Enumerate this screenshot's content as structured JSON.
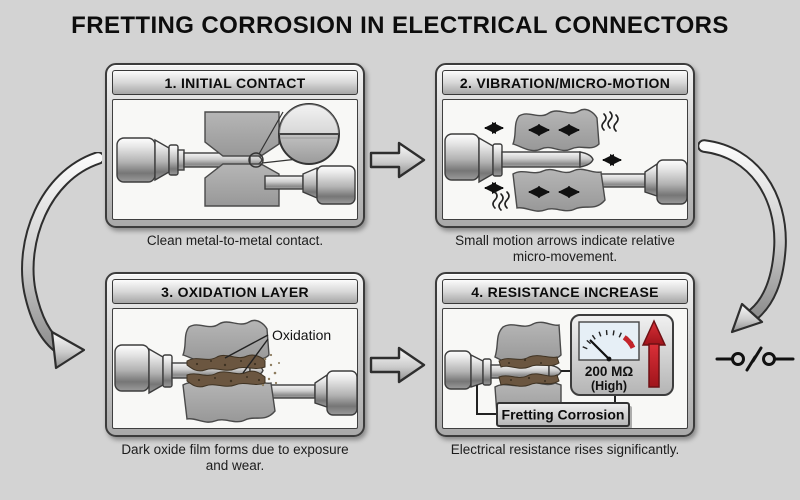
{
  "title": "FRETTING CORROSION IN ELECTRICAL CONNECTORS",
  "panels": [
    {
      "header": "1. INITIAL CONTACT",
      "caption": "Clean metal-to-metal contact."
    },
    {
      "header": "2. VIBRATION/MICRO-MOTION",
      "caption": "Small motion arrows indicate relative micro-movement."
    },
    {
      "header": "3. OXIDATION LAYER",
      "caption": "Dark oxide film forms due to exposure and wear.",
      "annotation": "Oxidation"
    },
    {
      "header": "4. RESISTANCE INCREASE",
      "caption": "Electrical resistance rises significantly.",
      "meter": {
        "reading": "200 MΩ",
        "state": "(High)"
      },
      "label": "Fretting Corrosion"
    }
  ],
  "flow": {
    "arrow_1_to_2": "block-arrow-right",
    "arrow_3_to_4": "block-arrow-right",
    "arrow_1_to_3": "curved-arrow-down-left",
    "arrow_2_to_4": "curved-arrow-down-right",
    "end_symbol": "intermittent-open-contact"
  },
  "colors": {
    "background": "#d3d3d3",
    "panel_body": "#f8f8f6",
    "block_gray": "#a8a8a8",
    "oxide_brown": "#6b5640",
    "alert_red": "#c4242b",
    "gauge_face": "#e6eff6",
    "text": "#111111"
  }
}
